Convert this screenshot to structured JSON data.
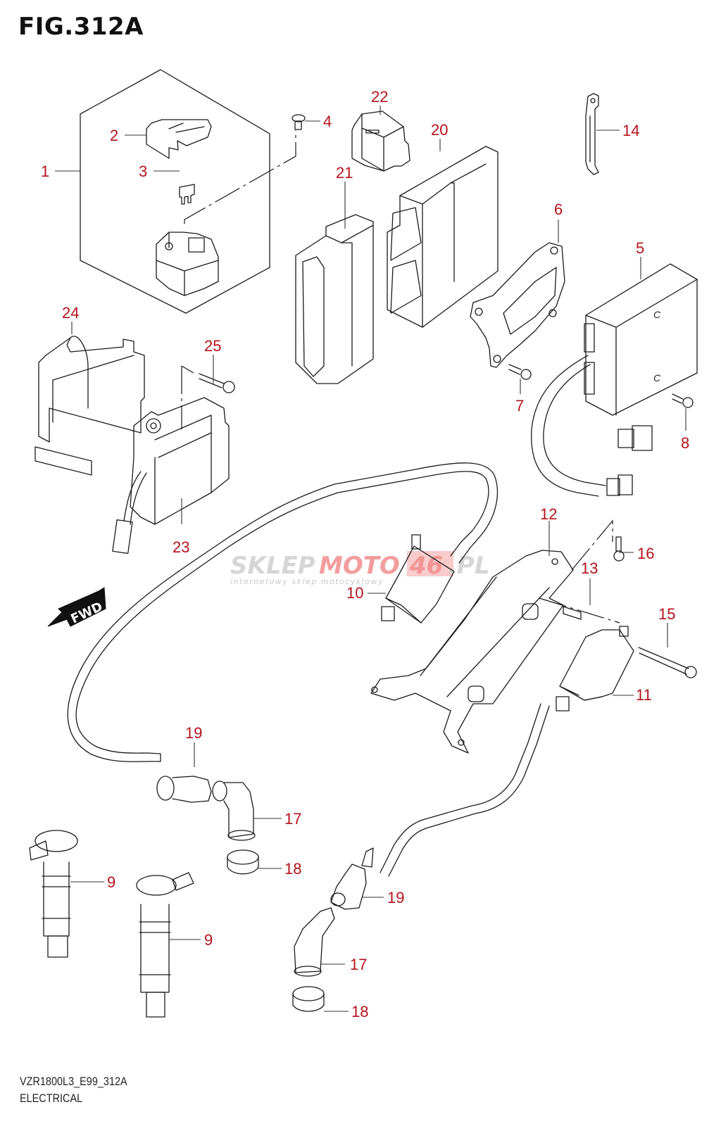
{
  "figure": {
    "title": "FIG.312A",
    "model_code": "VZR1800L3_E99_312A",
    "section_name": "ELECTRICAL",
    "label_color": "#b5121b"
  },
  "watermark": {
    "part1": "SKLEP",
    "part2": "MOTO",
    "part3": "46",
    "part4": ".PL",
    "subtitle": "internetowy sklep motocyklowy"
  },
  "direction_indicator": {
    "label": "FWD"
  },
  "callouts": [
    {
      "id": "c1",
      "number": "1"
    },
    {
      "id": "c2",
      "number": "2"
    },
    {
      "id": "c3",
      "number": "3"
    },
    {
      "id": "c4",
      "number": "4"
    },
    {
      "id": "c5",
      "number": "5"
    },
    {
      "id": "c6",
      "number": "6"
    },
    {
      "id": "c7",
      "number": "7"
    },
    {
      "id": "c8",
      "number": "8"
    },
    {
      "id": "c9a",
      "number": "9"
    },
    {
      "id": "c9b",
      "number": "9"
    },
    {
      "id": "c10",
      "number": "10"
    },
    {
      "id": "c11",
      "number": "11"
    },
    {
      "id": "c12",
      "number": "12"
    },
    {
      "id": "c13",
      "number": "13"
    },
    {
      "id": "c14",
      "number": "14"
    },
    {
      "id": "c15",
      "number": "15"
    },
    {
      "id": "c16",
      "number": "16"
    },
    {
      "id": "c17a",
      "number": "17"
    },
    {
      "id": "c17b",
      "number": "17"
    },
    {
      "id": "c18a",
      "number": "18"
    },
    {
      "id": "c18b",
      "number": "18"
    },
    {
      "id": "c19a",
      "number": "19"
    },
    {
      "id": "c19b",
      "number": "19"
    },
    {
      "id": "c20",
      "number": "20"
    },
    {
      "id": "c21",
      "number": "21"
    },
    {
      "id": "c22",
      "number": "22"
    },
    {
      "id": "c23",
      "number": "23"
    },
    {
      "id": "c24",
      "number": "24"
    },
    {
      "id": "c25",
      "number": "25"
    }
  ]
}
